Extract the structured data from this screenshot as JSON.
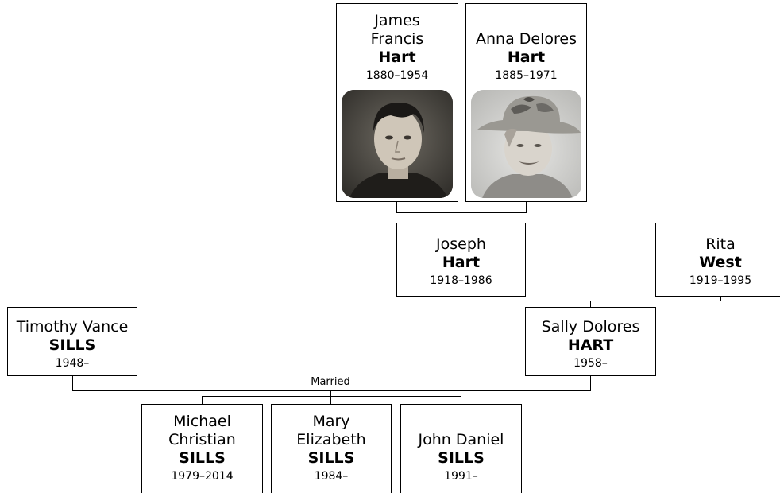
{
  "persons": {
    "james": {
      "given1": "James",
      "given2": "Francis",
      "surname": "Hart",
      "dates": "1880–1954"
    },
    "anna": {
      "given1": "Anna Delores",
      "surname": "Hart",
      "dates": "1885–1971"
    },
    "joseph": {
      "given1": "Joseph",
      "surname": "Hart",
      "dates": "1918–1986"
    },
    "rita": {
      "given1": "Rita",
      "surname": "West",
      "dates": "1919–1995"
    },
    "timothy": {
      "given1": "Timothy Vance",
      "surname": "SILLS",
      "dates": "1948–"
    },
    "sally": {
      "given1": "Sally Dolores",
      "surname": "HART",
      "dates": "1958–"
    },
    "michael": {
      "given1": "Michael",
      "given2": "Christian",
      "surname": "SILLS",
      "dates": "1979–2014"
    },
    "mary": {
      "given1": "Mary",
      "given2": "Elizabeth",
      "surname": "SILLS",
      "dates": "1984–"
    },
    "john": {
      "given1": "John Daniel",
      "surname": "SILLS",
      "dates": "1991–"
    }
  },
  "labels": {
    "married": "Married"
  }
}
